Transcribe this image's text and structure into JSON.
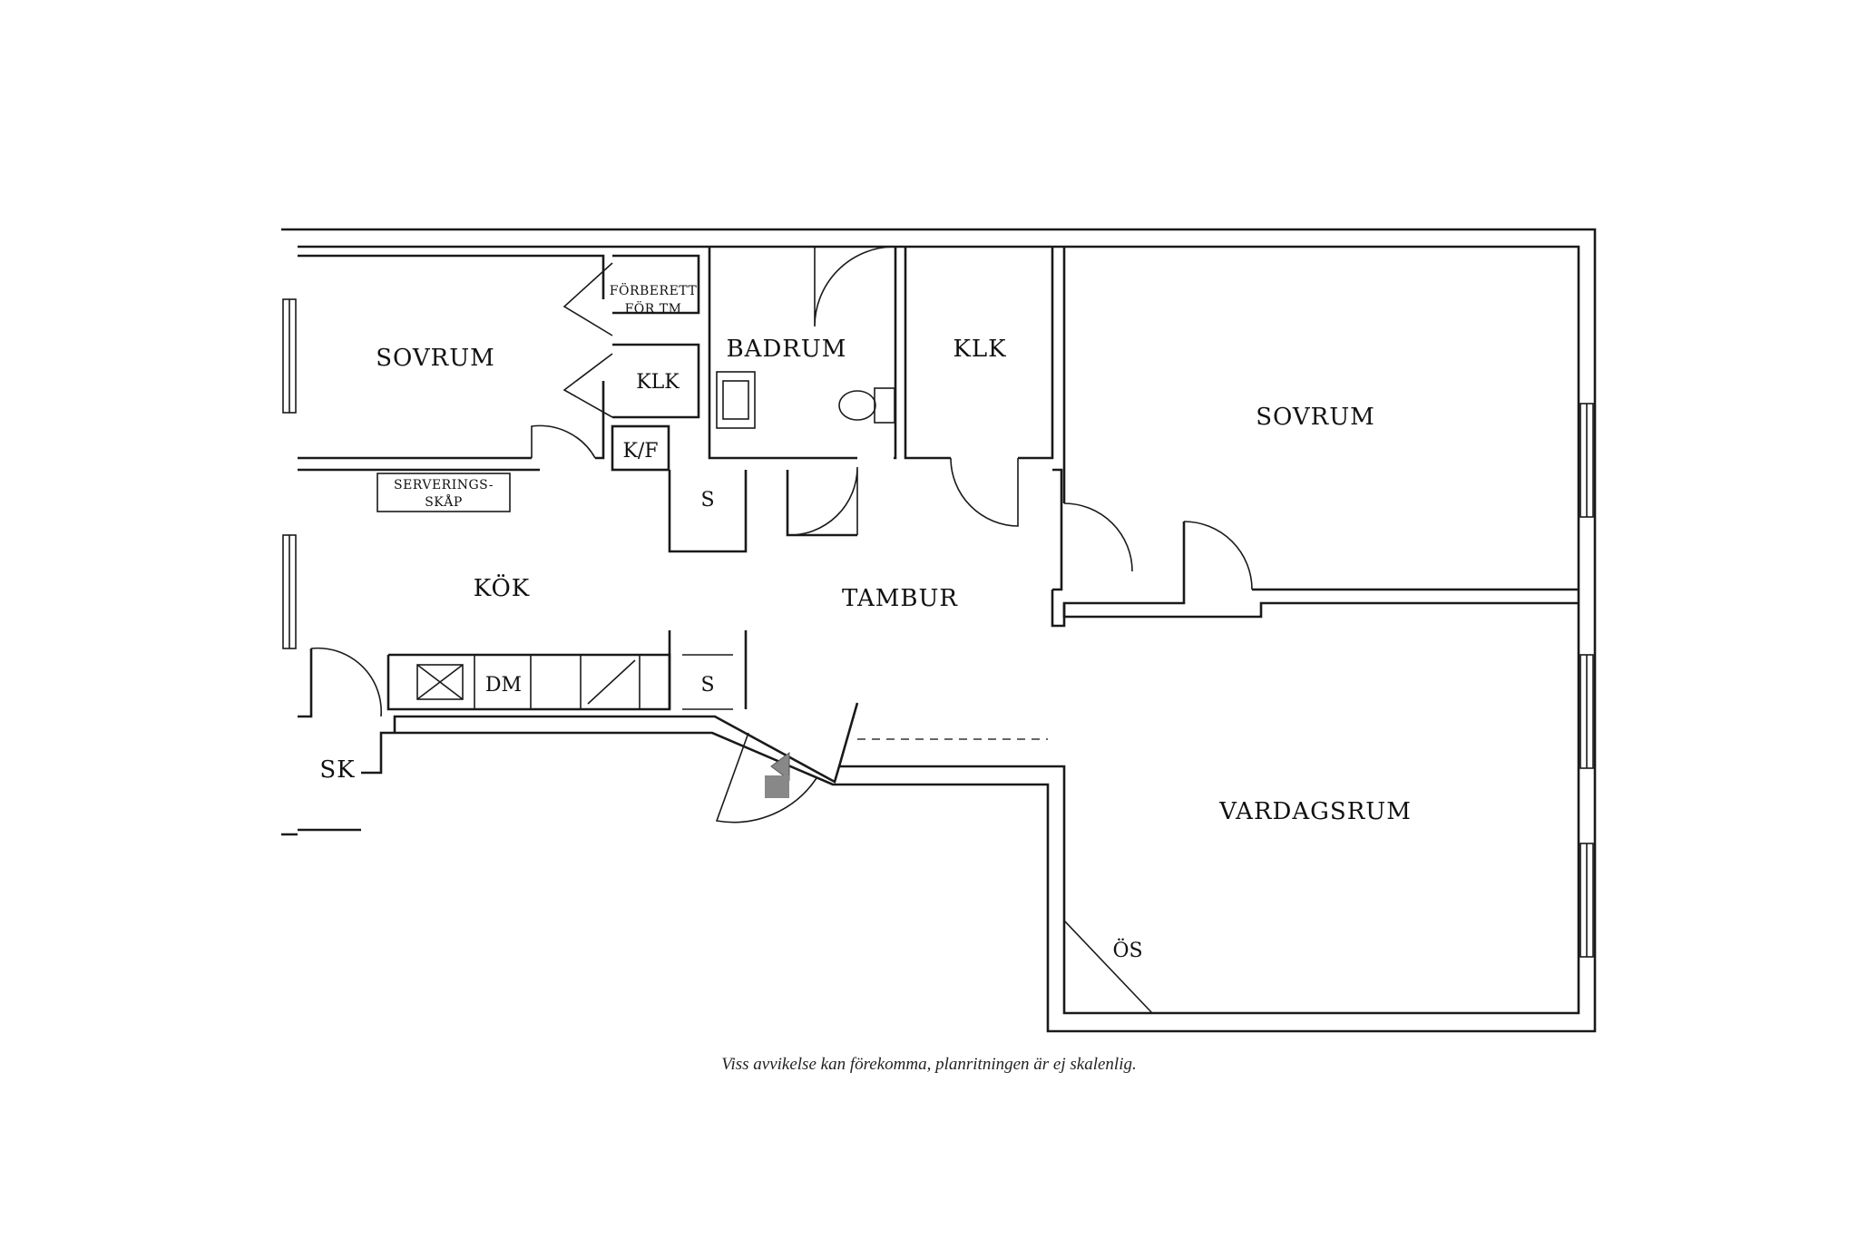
{
  "rooms": {
    "sovrum_left": "SOVRUM",
    "forberett_line1": "FÖRBERETT",
    "forberett_line2": "FÖR TM",
    "klk_small": "KLK",
    "kf": "K/F",
    "badrum": "BADRUM",
    "klk_center": "KLK",
    "sovrum_right": "SOVRUM",
    "serverings_line1": "SERVERINGS-",
    "serverings_line2": "SKÅP",
    "s_upper": "S",
    "kok": "KÖK",
    "tambur": "TAMBUR",
    "dm": "DM",
    "s_lower": "S",
    "sk": "SK",
    "vardagsrum": "VARDAGSRUM",
    "os": "ÖS"
  },
  "disclaimer": "Viss avvikelse kan förekomma, planritningen är ej skalenlig."
}
